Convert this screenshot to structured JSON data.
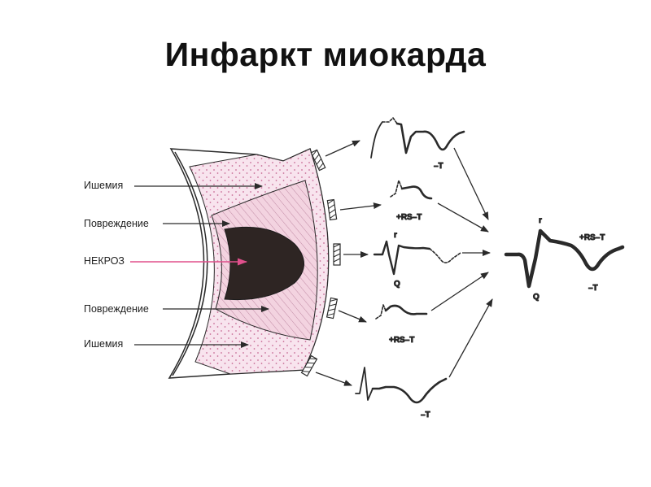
{
  "title": "Инфаркт миокарда",
  "labels": {
    "ischemia_top": "Ишемия",
    "injury_top": "Повреждение",
    "necrosis": "НЕКРОЗ",
    "injury_bottom": "Повреждение",
    "ischemia_bottom": "Ишемия"
  },
  "waves": {
    "w1_t": "–T",
    "w2_rst": "+RS–T",
    "w3_r": "r",
    "w3_q": "Q",
    "w4_rst": "+RS–T",
    "w5_t": "–T",
    "final_r": "r",
    "final_rst": "+RS–T",
    "final_q": "Q",
    "final_t": "–T"
  },
  "colors": {
    "necrosis_fill": "#2e2523",
    "injury_fill": "#f3d3e0",
    "ischemia_fill": "#f8e4ee",
    "hatch": "#c08aa4",
    "dots": "#c86c96",
    "necrosis_arrow": "#e0508c",
    "ink": "#2a2a2a"
  }
}
